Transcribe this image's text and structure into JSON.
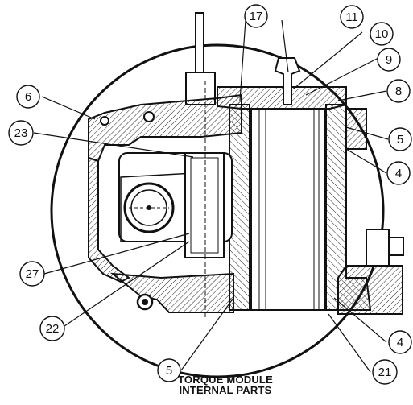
{
  "caption": {
    "line1": "TORQUE MODULE",
    "line2": "INTERNAL PARTS"
  },
  "callouts": {
    "c17": "17",
    "c11": "11",
    "c10": "10",
    "c9": "9",
    "c8": "8",
    "c6": "6",
    "c23": "23",
    "c5_right": "5",
    "c4_right_upper": "4",
    "c27": "27",
    "c22": "22",
    "c4_right_lower": "4",
    "c5_bottom": "5",
    "c21": "21"
  }
}
